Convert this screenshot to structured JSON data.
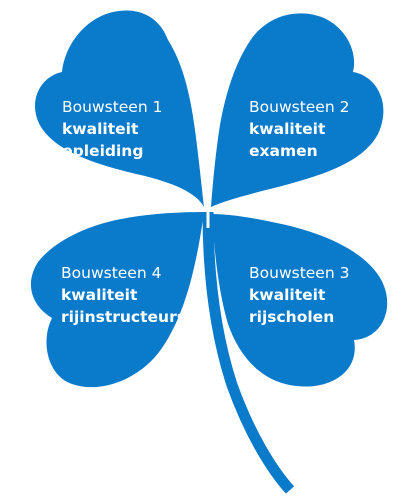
{
  "colors": {
    "clover": "#0a7acb",
    "text": "#ffffff",
    "background": "#ffffff"
  },
  "leaves": {
    "top_left": {
      "title": "Bouwsteen 1",
      "line1": "kwaliteit",
      "line2": "opleiding"
    },
    "top_right": {
      "title": "Bouwsteen 2",
      "line1": "kwaliteit",
      "line2": "examen"
    },
    "bottom_left": {
      "title": "Bouwsteen 4",
      "line1": "kwaliteit",
      "line2": "rijinstructeurs"
    },
    "bottom_right": {
      "title": "Bouwsteen 3",
      "line1": "kwaliteit",
      "line2": "rijscholen"
    }
  }
}
